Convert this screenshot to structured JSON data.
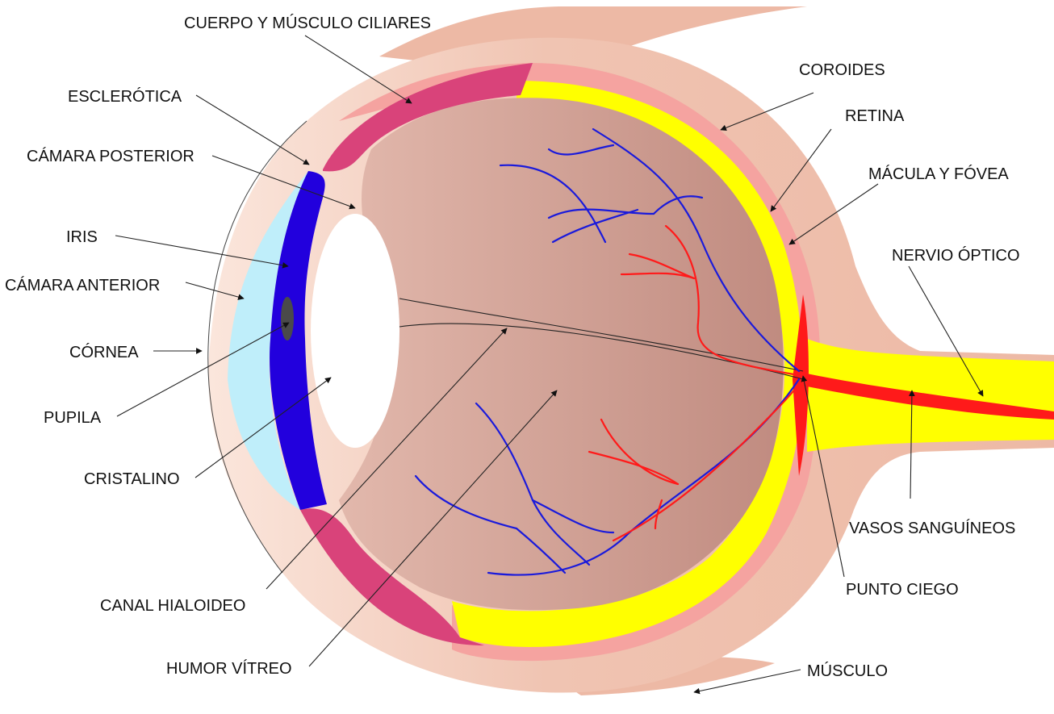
{
  "labels": {
    "ciliary": "CUERPO Y MÚSCULO CILIARES",
    "sclera": "ESCLERÓTICA",
    "posterior_chamber": "CÁMARA POSTERIOR",
    "iris": "IRIS",
    "anterior_chamber": "CÁMARA ANTERIOR",
    "cornea": "CÓRNEA",
    "pupil": "PUPILA",
    "lens": "CRISTALINO",
    "hyaloid_canal": "CANAL HIALOIDEO",
    "vitreous_humor": "HUMOR VÍTREO",
    "choroid": "COROIDES",
    "retina": "RETINA",
    "macula_fovea": "MÁCULA Y FÓVEA",
    "optic_nerve": "NERVIO ÓPTICO",
    "blood_vessels": "VASOS SANGUÍNEOS",
    "blind_spot": "PUNTO CIEGO",
    "muscle": "MÚSCULO"
  },
  "colors": {
    "sclera": "#f2c0aa",
    "choroid": "#f5a3a0",
    "retina": "#ffff00",
    "ciliary_body": "#d9437a",
    "iris": "#2200dd",
    "cornea": "#bfeefa",
    "vitreous": "#c99488",
    "lens": "#ffffff",
    "vein": "#1a1adb",
    "artery": "#ff1a1a"
  }
}
